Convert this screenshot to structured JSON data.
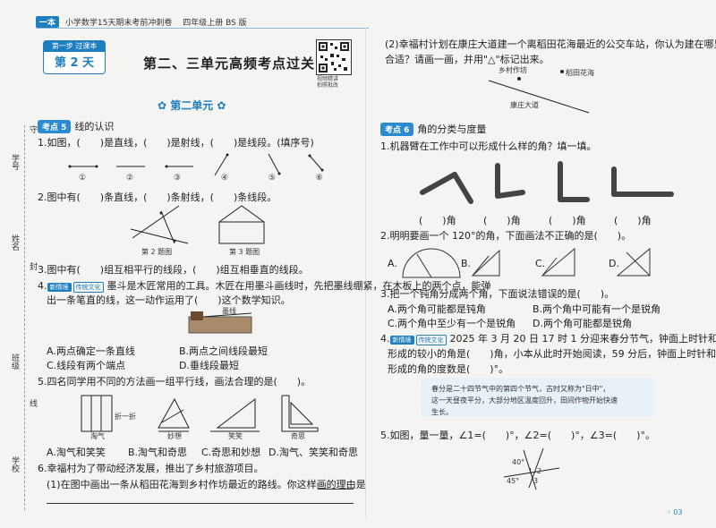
{
  "header": {
    "brand": "一本",
    "series": "小学数学15天期末考前冲刺卷",
    "edition": "四年级上册 BS 版"
  },
  "day_box": {
    "step": "第一步 过课本",
    "day": "第 2 天"
  },
  "title": "第二、三单元高频考点过关",
  "qr_caption": [
    "视频精讲",
    "拍照批改"
  ],
  "unit_heading": "第二单元",
  "side_labels": [
    "学号",
    "姓名",
    "班级",
    "学校"
  ],
  "side_marks": [
    "守",
    "封",
    "线"
  ],
  "left": {
    "sec5": {
      "badge": "考点 5",
      "label": "线的认识"
    },
    "q1": "1.如图，(　　)是直线，(　　)是射线，(　　)是线段。(填序号)",
    "q1_nums": [
      "①",
      "②",
      "③",
      "④",
      "⑤",
      "⑥"
    ],
    "q2": "2.图中有(　　)条直线，(　　)条射线，(　　)条线段。",
    "fig2": "第 2 题图",
    "fig3": "第 3 题图",
    "q3": "3.图中有(　　)组互相平行的线段，(　　)组互相垂直的线段。",
    "q4_tag1": "新情境",
    "q4_tag2": "传统文化",
    "q4a": "墨斗是木匠常用的工具。木匠在用墨斗画线时，先把墨线绷紧，在木板上的两个点，能弹",
    "q4b": "出一条笔直的线，这一动作运用了(　　)这个数学知识。",
    "q4_fig": "墨线",
    "q4_opts": [
      "A.两点确定一条直线",
      "B.两点之间线段最短",
      "C.线段有两个端点",
      "D.垂线段最短"
    ],
    "q5": "5.四名同学用不同的方法画一组平行线，画法合理的是(　　)。",
    "q5_fold": "折一折",
    "q5_names": [
      "淘气",
      "妙想",
      "笑笑",
      "奇思"
    ],
    "q5_opts": [
      "A.淘气和笑笑",
      "B.淘气和奇思",
      "C.奇思和妙想",
      "D.淘气、笑笑和奇思"
    ],
    "q6": "6.幸福村为了带动经济发展，推出了乡村旅游项目。",
    "q6_1": "(1)在图中画出一条从稻田花海到乡村作坊最近的路线。你这样画的理由是"
  },
  "right": {
    "q6_2a": "(2)幸福村计划在康庄大道建一个离稻田花海最近的公交车站，你认为建在哪里最",
    "q6_2b": "合适？请画一画，并用\"△\"标记出来。",
    "map_labels": [
      "乡村作坊",
      "稻田花海",
      "康庄大道"
    ],
    "sec6": {
      "badge": "考点 6",
      "label": "角的分类与度量"
    },
    "q1": "1.机器臂在工作中可以形成什么样的角？填一填。",
    "q1_blank": "(　　)角",
    "q2": "2.明明要画一个 120°的角，下面画法不正确的是(　　)。",
    "q2_opts": [
      "A.",
      "B.",
      "C.",
      "D."
    ],
    "q3": "3.把一个钝角分成两个角，下面说法错误的是(　　)。",
    "q3_opts": [
      "A.两个角可能都是钝角",
      "B.两个角中可能有一个是锐角",
      "C.两个角中至少有一个是锐角",
      "D.两个角可能都是锐角"
    ],
    "q4_tag1": "新情境",
    "q4_tag2": "传统文化",
    "q4a": "2025 年 3 月 20 日 17 时 1 分迎来春分节气，钟面上时针和分针",
    "q4b": "形成的较小的角是(　　)角，小本从此时开始阅读，59 分后，钟面上时针和分针",
    "q4c": "形成的角的度数是(　　)°。",
    "quote1": "春分是二十四节气中的第四个节气，古时又称为\"日中\"，",
    "quote2": "这一天昼夜平分，大部分地区温度回升，田间作物开始快速",
    "quote3": "生长。",
    "q5": "5.如图，量一量，∠1=(　　)°，∠2=(　　)°，∠3=(　　)°。",
    "q5_angles": [
      "40°",
      "1",
      "2",
      "45°",
      "3"
    ],
    "page_no": "03"
  }
}
